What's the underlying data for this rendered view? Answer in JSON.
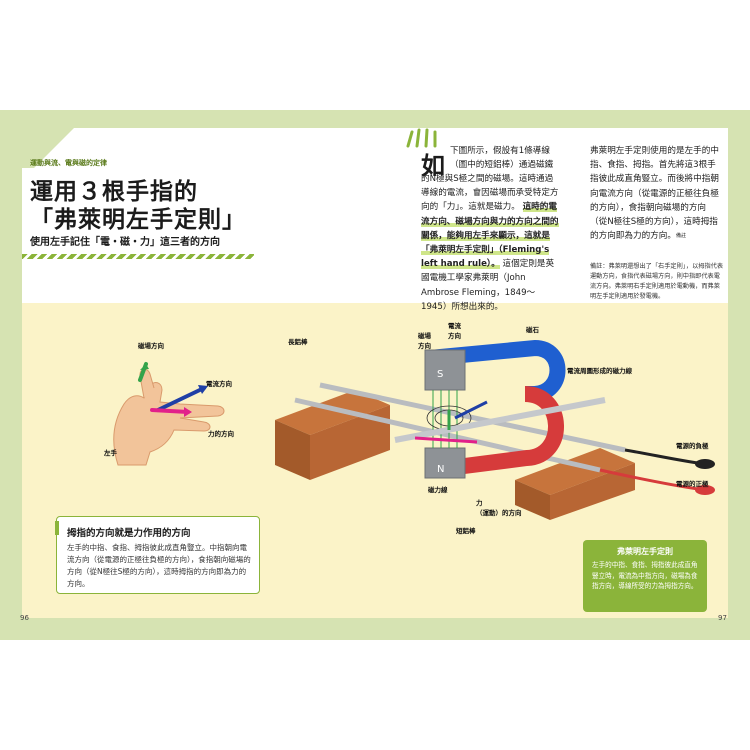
{
  "chapter": "運動與流、電與磁的定律",
  "title_line1": "運用３根手指的",
  "title_line2": "「弗萊明左手定則」",
  "subtitle": "使用左手記住「電・磁・力」這三者的方向",
  "dropcap": "如",
  "col1_lead": "下圖所示，假設有1條導線（圖中的短鋁棒）通過磁鐵",
  "col1_body": "的N極與S極之間的磁場。這時通過導線的電流，會因磁場而承受特定方向的「力」。這就是磁力。",
  "col1_highlight": "這時的電流方向、磁場方向與力的方向之間的關係，能夠用左手來顯示，這就是「弗萊明左手定則」（Fleming's left hand rule）。",
  "col1_tail": "這個定則是英國電機工學家弗萊明（John Ambrose Fleming，1849～1945）所想出來的。",
  "col2_body": "弗萊明左手定則使用的是左手的中指、食指、拇指。首先將這3根手指彼此成直角豎立。而後將中指朝向電流方向（從電源的正極往負極的方向），食指朝向磁場的方向（從N極往S極的方向），這時拇指的方向即為力的方向。",
  "col2_ref": "備註",
  "note": "備註：弗萊明還想出了「右手定則」，以拇指代表運動方向，食指代表磁場方向，則中指即代表電流方向。弗萊明右手定則適用於電動機，而弗萊明左手定則適用於發電機。",
  "hand_labels": {
    "magnetic": "磁場方向",
    "current": "電流方向",
    "force": "力的方向",
    "left_hand": "左手"
  },
  "apparatus_labels": {
    "long_rod": "長鋁棒",
    "field_dir": "磁場\n方向",
    "current_dir": "電流\n方向",
    "magnet": "磁石",
    "circ_field": "電流周圍形成的磁力線",
    "s_pole": "S極",
    "n_pole": "N極",
    "field_lines": "磁力線",
    "force_label": "力",
    "motion": "（運動）的方向",
    "short_rod": "短鋁棒",
    "neg": "電源的負極",
    "pos": "電源的正極"
  },
  "info_title": "拇指的方向就是力作用的方向",
  "info_text": "左手的中指、食指、拇指彼此成直角豎立。中指朝向電流方向（從電源的正極往負極的方向），食指朝向磁場的方向（從N極往S極的方向），這時拇指的方向即為力的方向。",
  "green_title": "弗萊明左手定則",
  "green_text": "左手的中指、食指、拇指彼此成直角豎立時，電流為中指方向，磁場為食指方向，導線所受的力為拇指方向。",
  "page_left": "96",
  "page_right": "97"
}
